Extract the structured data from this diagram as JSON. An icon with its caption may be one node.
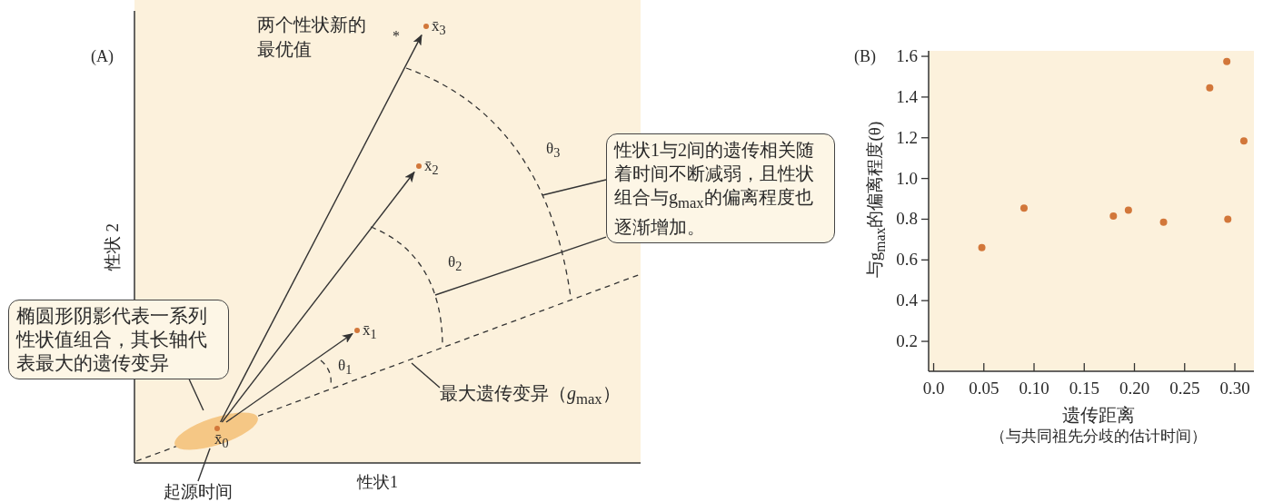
{
  "diagram": {
    "nodes": [
      {
        "text": [
          "x̄$_{0}$"
        ],
        "in": 4
      },
      {
        "text": [
          "x̄$_{1}$"
        ]
      },
      {
        "text": [
          "x̄$_{2}$"
        ]
      },
      {
        "text": [
          "x̄$_{3}$"
        ]
      },
      {
        "text": [],
        "shape": "ellipse"
      },
      {
        "text": [
          "椭圆形阴影代表一系列性状值组合，其长轴代表最大的遗传变异"
        ]
      },
      {
        "text": [
          "性状1与2间的遗传相关随着时间不断减弱，且性状组合与g$_{max}$的偏离程度也逐渐增加。"
        ]
      },
      {
        "text": [
          "最大遗传变异（*g*$_{max}$）"
        ]
      },
      {
        "text": [
          "起源时间"
        ]
      }
    ],
    "edges": [
      {
        "from": 0,
        "to": 1,
        "arrow": "to"
      },
      {
        "from": 0,
        "to": 2,
        "arrow": "to"
      },
      {
        "from": 0,
        "to": 3,
        "arrow": "to"
      },
      {
        "from": 5,
        "to": 4,
        "arrow": "none"
      },
      {
        "from": 6,
        "to": null,
        "arrow": "none"
      },
      {
        "from": 6,
        "to": null,
        "arrow": "none"
      },
      {
        "from": 7,
        "to": null,
        "arrow": "none"
      },
      {
        "from": 8,
        "to": 0,
        "arrow": "none"
      }
    ],
    "labels": [
      "两个性状新的最优值",
      "*",
      "(A)",
      "θ$_{3}$",
      "θ$_{2}$",
      "θ$_{1}$",
      "性状 2",
      "性状1",
      "(B)",
      "（与共同祖先分歧的估计时间）"
    ],
    "chart_data": {
      "type": "scatter",
      "xlabel": "遗传距离",
      "ylabel": "与g$_{max}$的偏离程度(θ)",
      "x": [
        0.048,
        0.09,
        0.179,
        0.194,
        0.229,
        0.275,
        0.292,
        0.293,
        0.309
      ],
      "series": [
        {
          "color": "#d2773a",
          "values": [
            0.66,
            0.855,
            0.815,
            0.845,
            0.785,
            1.445,
            1.575,
            0.8,
            1.185
          ]
        }
      ],
      "xlim": [
        -0.005,
        0.319
      ],
      "ylim": [
        0.053,
        1.627
      ],
      "xticks": [
        {
          "value": 0,
          "label": "0.0"
        },
        {
          "value": 0.05,
          "label": "0.05"
        },
        {
          "value": 0.1,
          "label": "0.10"
        },
        {
          "value": 0.15,
          "label": "0.15"
        },
        {
          "value": 0.2,
          "label": "0.20"
        },
        {
          "value": 0.25,
          "label": "0.25"
        },
        {
          "value": 0.3,
          "label": "0.30"
        }
      ],
      "yticks": [
        {
          "value": 0.2,
          "label": "0.2"
        },
        {
          "value": 0.4,
          "label": "0.4"
        },
        {
          "value": 0.6,
          "label": "0.6"
        },
        {
          "value": 0.8,
          "label": "0.8"
        },
        {
          "value": 1.0,
          "label": "1.0"
        },
        {
          "value": 1.2,
          "label": "1.2"
        },
        {
          "value": 1.4,
          "label": "1.4"
        },
        {
          "value": 1.6,
          "label": "1.6"
        }
      ]
    }
  }
}
